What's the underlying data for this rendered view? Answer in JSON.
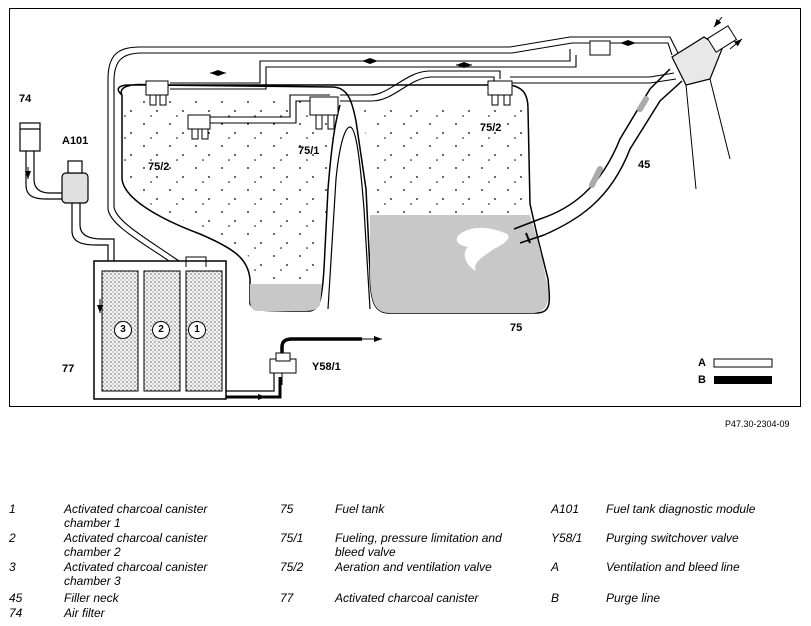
{
  "diagram": {
    "labels": {
      "air_filter": "74",
      "diagnostic_module": "A101",
      "aeration_valve_left": "75/2",
      "aeration_valve_right": "75/2",
      "fueling_valve": "75/1",
      "filler_neck": "45",
      "fuel_tank": "75",
      "canister": "77",
      "purging_valve": "Y58/1",
      "chamber_3": "3",
      "chamber_2": "2",
      "chamber_1": "1"
    },
    "line_key": [
      {
        "letter": "A",
        "style": "open"
      },
      {
        "letter": "B",
        "style": "filled"
      }
    ],
    "colors": {
      "line": "#000000",
      "fuel": "#c8c8c8",
      "paper": "#ffffff"
    }
  },
  "reference": "P47.30-2304-09",
  "legend": [
    [
      {
        "num": "1",
        "text": "Activated charcoal canister chamber 1"
      },
      {
        "num": "2",
        "text": "Activated charcoal canister chamber 2"
      },
      {
        "num": "3",
        "text": "Activated charcoal canister chamber 3"
      },
      {
        "num": "45",
        "text": "Filler neck"
      },
      {
        "num": "74",
        "text": "Air filter"
      }
    ],
    [
      {
        "num": "75",
        "text": "Fuel tank"
      },
      {
        "num": "75/1",
        "text": "Fueling, pressure limitation and bleed valve"
      },
      {
        "num": "75/2",
        "text": "Aeration and ventilation valve"
      },
      {
        "num": "77",
        "text": "Activated charcoal canister"
      }
    ],
    [
      {
        "num": "A101",
        "text": "Fuel tank diagnostic module"
      },
      {
        "num": "Y58/1",
        "text": "Purging switchover valve"
      },
      {
        "num": "A",
        "text": "Ventilation and bleed line"
      },
      {
        "num": "B",
        "text": "Purge line"
      }
    ]
  ]
}
